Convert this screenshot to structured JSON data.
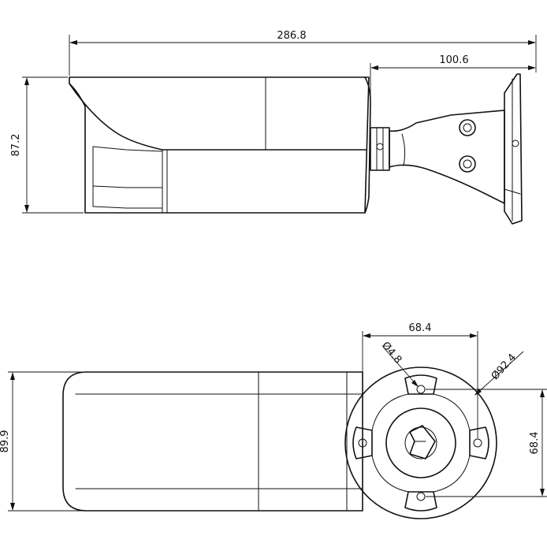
{
  "dimensions": {
    "side_overall_length": "286.8",
    "side_bracket_length": "100.6",
    "side_height": "87.2",
    "bottom_height": "89.9",
    "base_width": "68.4",
    "base_height": "68.4",
    "base_hole_diameter": "Ø4.8",
    "base_outer_diameter": "Ø92.4"
  }
}
